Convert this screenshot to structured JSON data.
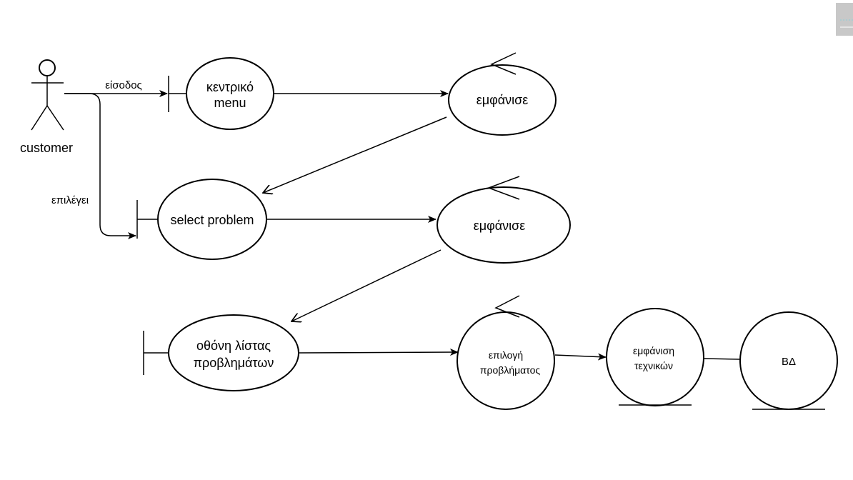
{
  "actor": {
    "name": "customer"
  },
  "edges": {
    "login_label": "είσοδος",
    "select_label": "επιλέγει"
  },
  "boundaries": {
    "main_menu": [
      "κεντρικό",
      "menu"
    ],
    "select_problem": [
      "select problem"
    ],
    "problem_list": [
      "οθόνη λίστας",
      "προβλημάτων"
    ]
  },
  "controls": {
    "show_1": [
      "εμφάνισε"
    ],
    "show_2": [
      "εμφάνισε"
    ],
    "select_problem_ctrl": [
      "επιλογή",
      "προβλήματος"
    ]
  },
  "entities": {
    "show_technicians": [
      "εμφάνιση",
      "τεχνικών"
    ],
    "db": [
      "ΒΔ"
    ]
  },
  "colors": {
    "stroke": "#000000",
    "background": "#ffffff",
    "corner_icon": "#c8c8c8"
  }
}
